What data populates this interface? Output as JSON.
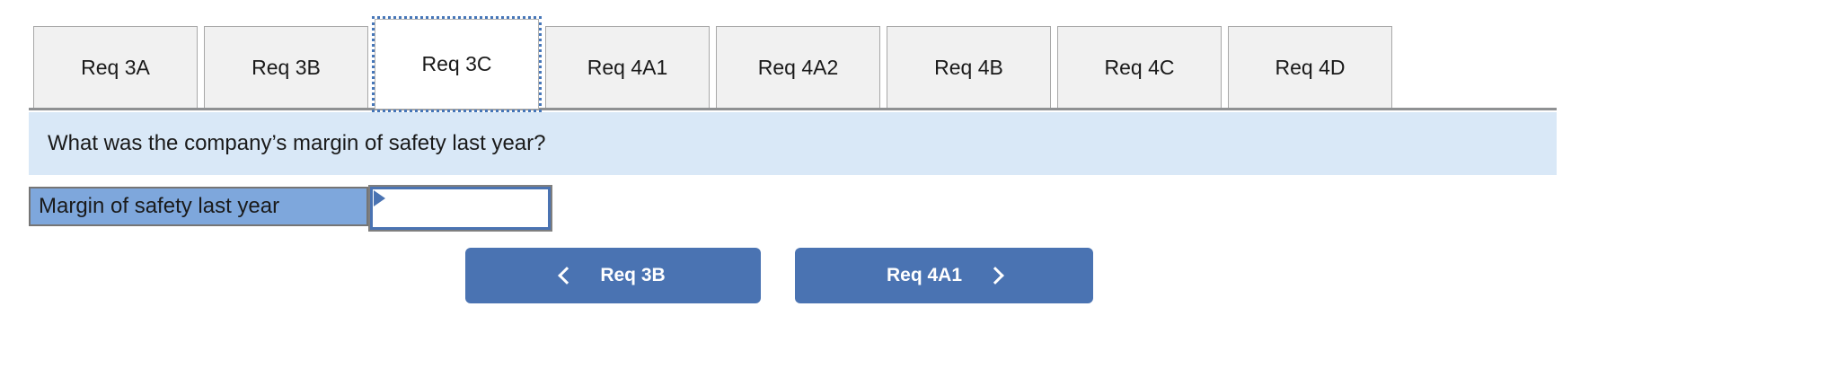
{
  "tabs": [
    {
      "label": "Req 3A",
      "active": false
    },
    {
      "label": "Req 3B",
      "active": false
    },
    {
      "label": "Req 3C",
      "active": true
    },
    {
      "label": "Req 4A1",
      "active": false
    },
    {
      "label": "Req 4A2",
      "active": false
    },
    {
      "label": "Req 4B",
      "active": false
    },
    {
      "label": "Req 4C",
      "active": false
    },
    {
      "label": "Req 4D",
      "active": false
    }
  ],
  "question": {
    "text": "What was the company’s margin of safety last year?"
  },
  "answer_row": {
    "label": "Margin of safety last year",
    "input_value": ""
  },
  "nav": {
    "prev": {
      "label": "Req 3B"
    },
    "next": {
      "label": "Req 4A1"
    }
  },
  "icons": {
    "prev": "chevron-left",
    "next": "chevron-right",
    "answer_marker": "right-pointing-triangle"
  },
  "colors": {
    "tab_bg": "#f1f1f1",
    "tab_border": "#a8a8a8",
    "active_tab_bg": "#ffffff",
    "active_tab_outline": "#4676b8",
    "tabbar_line": "#8f9193",
    "question_bg": "#d9e8f7",
    "label_bg": "#7ea7dc",
    "label_border": "#757575",
    "input_border": "#4a73b2",
    "button_bg": "#4a73b2",
    "button_text": "#ffffff",
    "text": "#1a1a1a"
  }
}
